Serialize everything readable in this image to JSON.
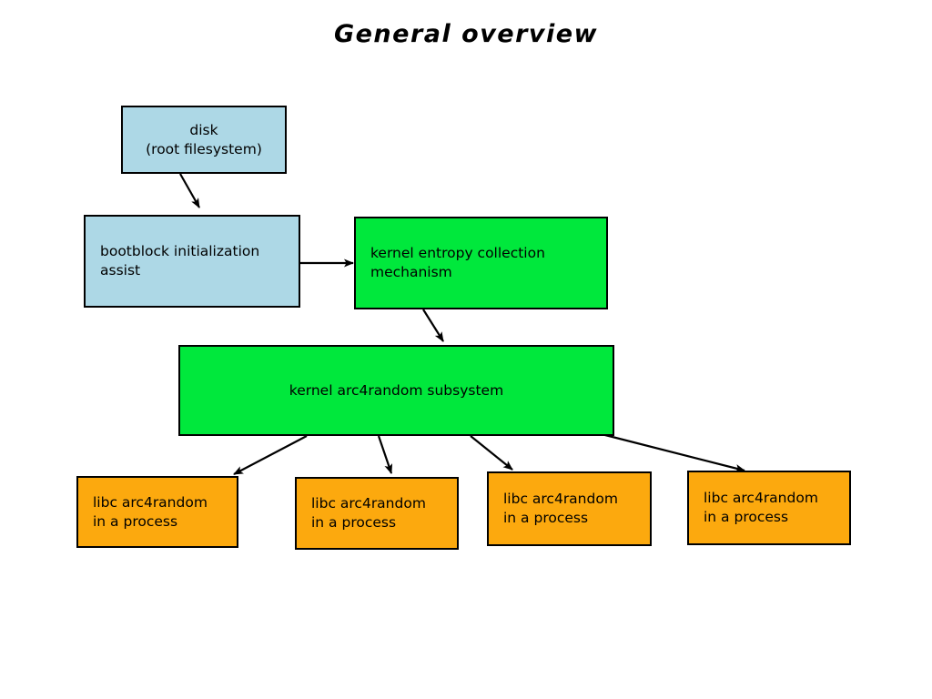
{
  "title": "General overview",
  "palette": {
    "disk": "#add8e6",
    "kernel": "#00e83c",
    "libc": "#fca90e",
    "stroke": "#000000",
    "background": "#ffffff"
  },
  "nodes": {
    "disk": {
      "label": "disk\n(root filesystem)",
      "align": "center"
    },
    "bootblock": {
      "label": "bootblock initialization\nassist",
      "align": "left"
    },
    "entropy": {
      "label": "kernel entropy collection\nmechanism",
      "align": "left"
    },
    "arc4random": {
      "label": "kernel arc4random subsystem",
      "align": "center"
    },
    "libc1": {
      "label": "libc arc4random\nin a process",
      "align": "left"
    },
    "libc2": {
      "label": "libc arc4random\nin a process",
      "align": "left"
    },
    "libc3": {
      "label": "libc arc4random\nin a process",
      "align": "left"
    },
    "libc4": {
      "label": "libc arc4random\nin a process",
      "align": "left"
    }
  },
  "edges": [
    {
      "from": "disk",
      "to": "bootblock"
    },
    {
      "from": "bootblock",
      "to": "entropy"
    },
    {
      "from": "entropy",
      "to": "arc4random"
    },
    {
      "from": "arc4random",
      "to": "libc1"
    },
    {
      "from": "arc4random",
      "to": "libc2"
    },
    {
      "from": "arc4random",
      "to": "libc3"
    },
    {
      "from": "arc4random",
      "to": "libc4"
    }
  ]
}
